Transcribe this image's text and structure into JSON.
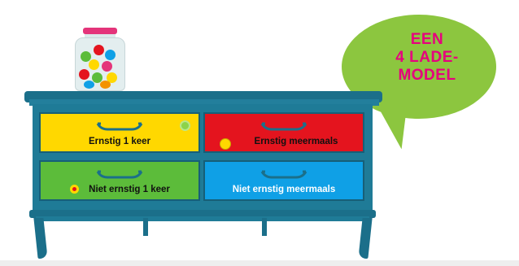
{
  "bubble": {
    "lines": [
      "EEN",
      "4 LADE-",
      "MODEL"
    ],
    "colors": {
      "fill": "#8cc63f",
      "text": "#e6007e"
    }
  },
  "dresser": {
    "colors": {
      "body": "#1f7b97",
      "trim": "#1b6f8a"
    },
    "drawers": [
      {
        "label": "Ernstig 1 keer",
        "color": "#ffd800",
        "icon": "green-alarm-icon"
      },
      {
        "label": "Ernstig meermaals",
        "color": "#e4141e",
        "icon": "yellow-face-icon"
      },
      {
        "label": "Niet ernstig 1 keer",
        "color": "#5cbc3a",
        "icon": "yellow-red-dot-icon"
      },
      {
        "label": "Niet ernstig meermaals",
        "color": "#0fa0e6",
        "icon": ""
      }
    ]
  },
  "jar": {
    "lid_color": "#e4347a",
    "ball_colors": [
      "#e4141e",
      "#ffd800",
      "#5cbc3a",
      "#0fa0e6",
      "#e4347a",
      "#f39200"
    ]
  }
}
